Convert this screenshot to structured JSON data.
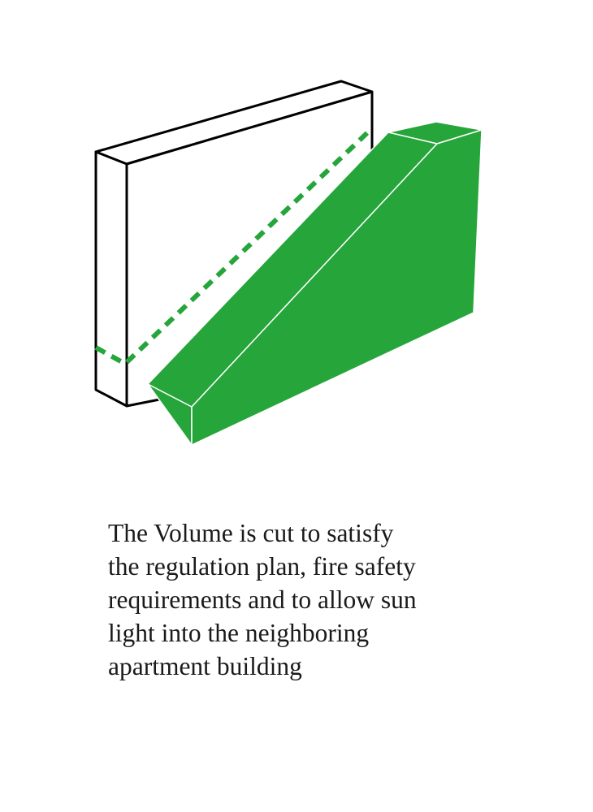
{
  "colors": {
    "volume_fill": "#26a53b",
    "volume_edge": "#ffffff",
    "existing_building_stroke": "#000000",
    "cut_line": "#26a53b",
    "text": "#1a1a1a"
  },
  "caption": {
    "lines": [
      "The Volume is cut to satisfy",
      "the regulation plan, fire safety",
      "requirements and to allow sun",
      "light into the neighboring",
      "apartment building"
    ]
  }
}
